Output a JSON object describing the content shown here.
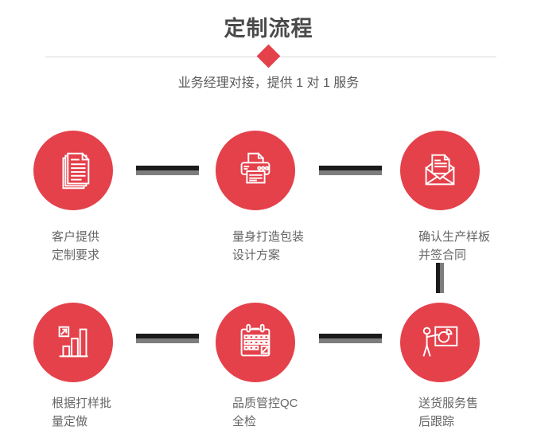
{
  "header": {
    "title": "定制流程",
    "subtitle": "业务经理对接，提供 1 对 1 服务"
  },
  "colors": {
    "accent_red": "#e4414b",
    "title_text": "#4a4a4a",
    "label_text": "#666666",
    "connector_dark": "#1b1b1b",
    "connector_gray": "#7d7d7d",
    "divider": "#d8d8d8"
  },
  "steps": [
    {
      "icon": "documents-icon",
      "line1": "客户提供",
      "line2": "定制要求"
    },
    {
      "icon": "printer-icon",
      "line1": "量身打造包装",
      "line2": "设计方案"
    },
    {
      "icon": "envelope-icon",
      "line1": "确认生产样板",
      "line2": "并签合同"
    },
    {
      "icon": "bar-chart-icon",
      "line1": "根据打样批",
      "line2": "量定做"
    },
    {
      "icon": "calendar-icon",
      "line1": "品质管控QC",
      "line2": "全检"
    },
    {
      "icon": "presentation-icon",
      "line1": "送货服务售",
      "line2": "后跟踪"
    }
  ]
}
